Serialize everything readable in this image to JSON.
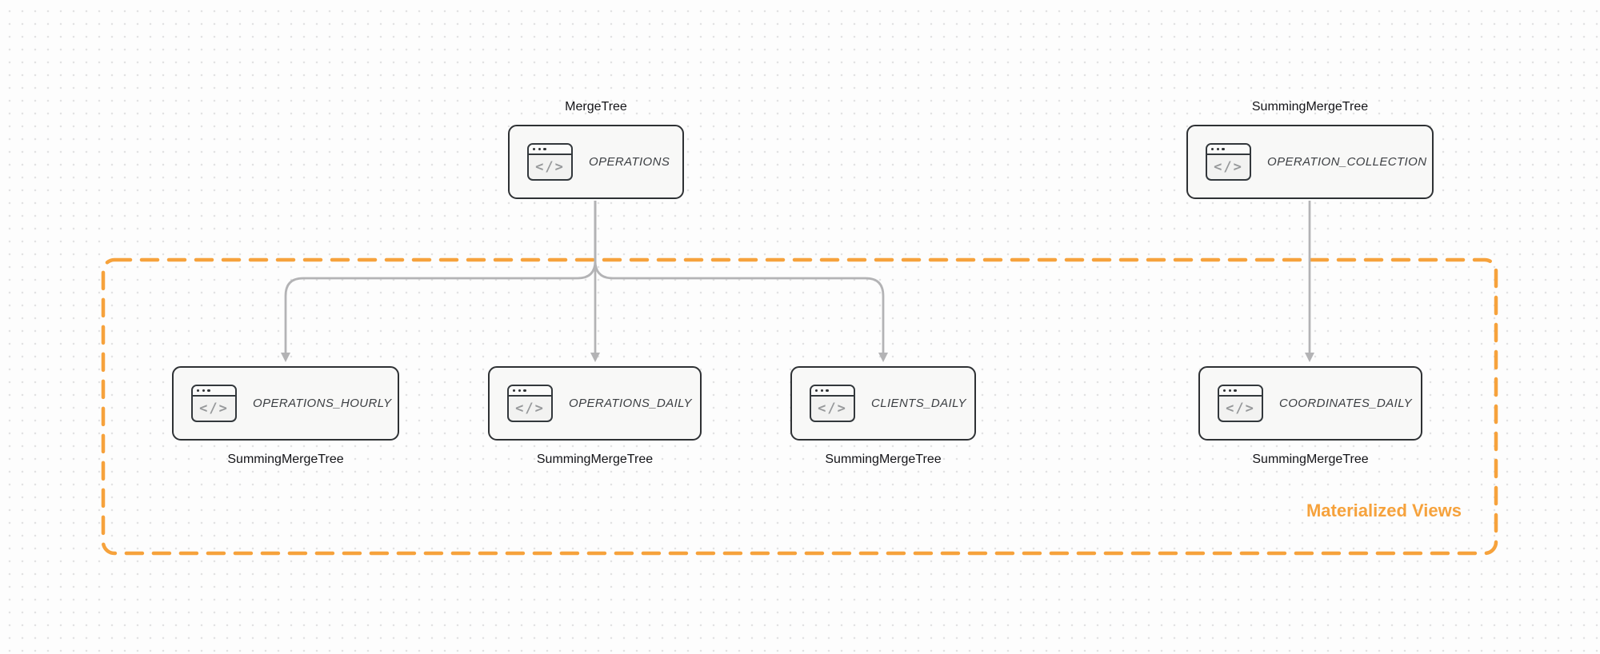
{
  "diagram": {
    "icon_glyph": "</>",
    "edge_color": "#b3b3b5",
    "node_border_color": "#2e3134",
    "node_fill_color": "#f8f8f7",
    "region": {
      "label": "Materialized Views",
      "border_color": "#F6A23C",
      "label_color": "#F6A23C"
    },
    "nodes": [
      {
        "id": "operations",
        "engine": "MergeTree",
        "engine_label_position": "top",
        "title": "OPERATIONS"
      },
      {
        "id": "operation_collection",
        "engine": "SummingMergeTree",
        "engine_label_position": "top",
        "title": "OPERATION_COLLECTION"
      },
      {
        "id": "operations_hourly",
        "engine": "SummingMergeTree",
        "engine_label_position": "bottom",
        "title": "OPERATIONS_HOURLY"
      },
      {
        "id": "operations_daily",
        "engine": "SummingMergeTree",
        "engine_label_position": "bottom",
        "title": "OPERATIONS_DAILY"
      },
      {
        "id": "clients_daily",
        "engine": "SummingMergeTree",
        "engine_label_position": "bottom",
        "title": "CLIENTS_DAILY"
      },
      {
        "id": "coordinates_daily",
        "engine": "SummingMergeTree",
        "engine_label_position": "bottom",
        "title": "COORDINATES_DAILY"
      }
    ],
    "edges": [
      {
        "from": "OPERATIONS",
        "to": "OPERATIONS_HOURLY"
      },
      {
        "from": "OPERATIONS",
        "to": "OPERATIONS_DAILY"
      },
      {
        "from": "OPERATIONS",
        "to": "CLIENTS_DAILY"
      },
      {
        "from": "OPERATION_COLLECTION",
        "to": "COORDINATES_DAILY"
      }
    ]
  }
}
